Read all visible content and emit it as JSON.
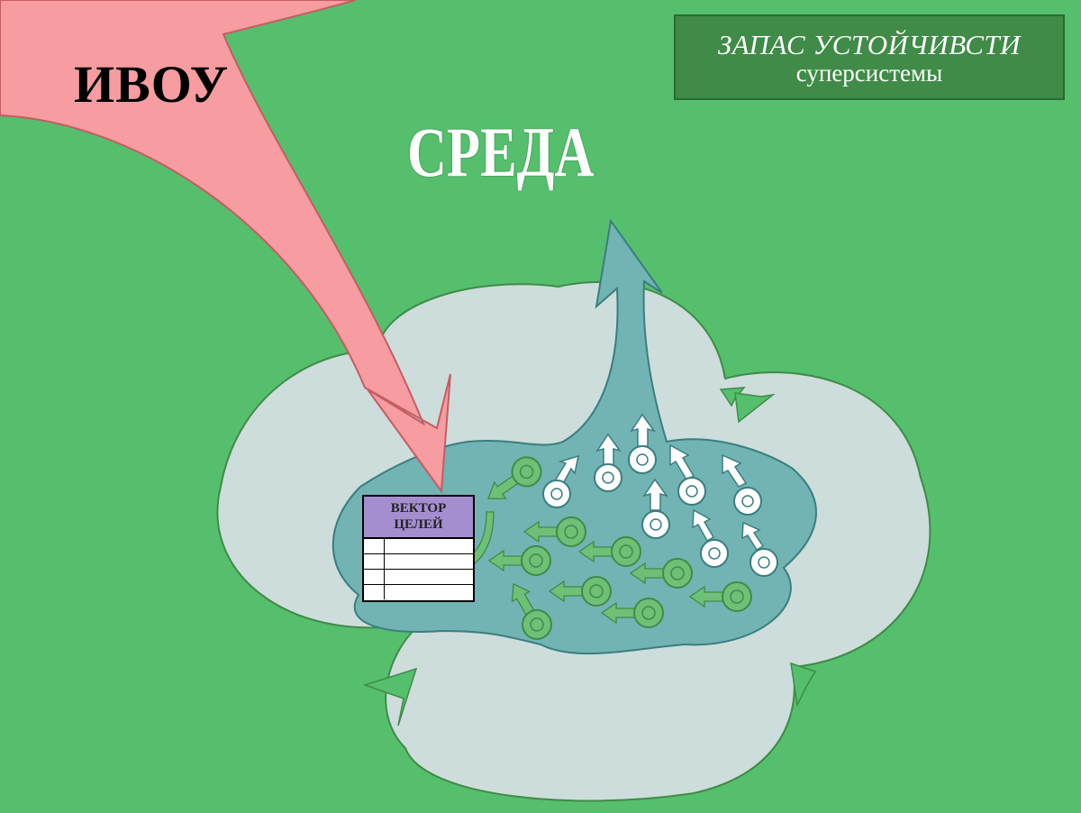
{
  "title_box": {
    "line1": "ЗАПАС УСТОЙЧИВСТИ",
    "line2": "суперсистемы"
  },
  "labels": {
    "ivou": "ИВОУ",
    "sreda": "СРЕДА"
  },
  "vector_table": {
    "header_line1": "ВЕКТОР",
    "header_line2": "ЦЕЛЕЙ",
    "rows": 4
  },
  "colors": {
    "background": "#55bf6e",
    "cloud": "#cddddb",
    "pool": "#72b3b3",
    "pink_arrow": "#f79ca0",
    "title_box": "#3f8b47",
    "header": "#a58ed0",
    "green_element": "#6fc077",
    "white_element": "#ffffff"
  }
}
